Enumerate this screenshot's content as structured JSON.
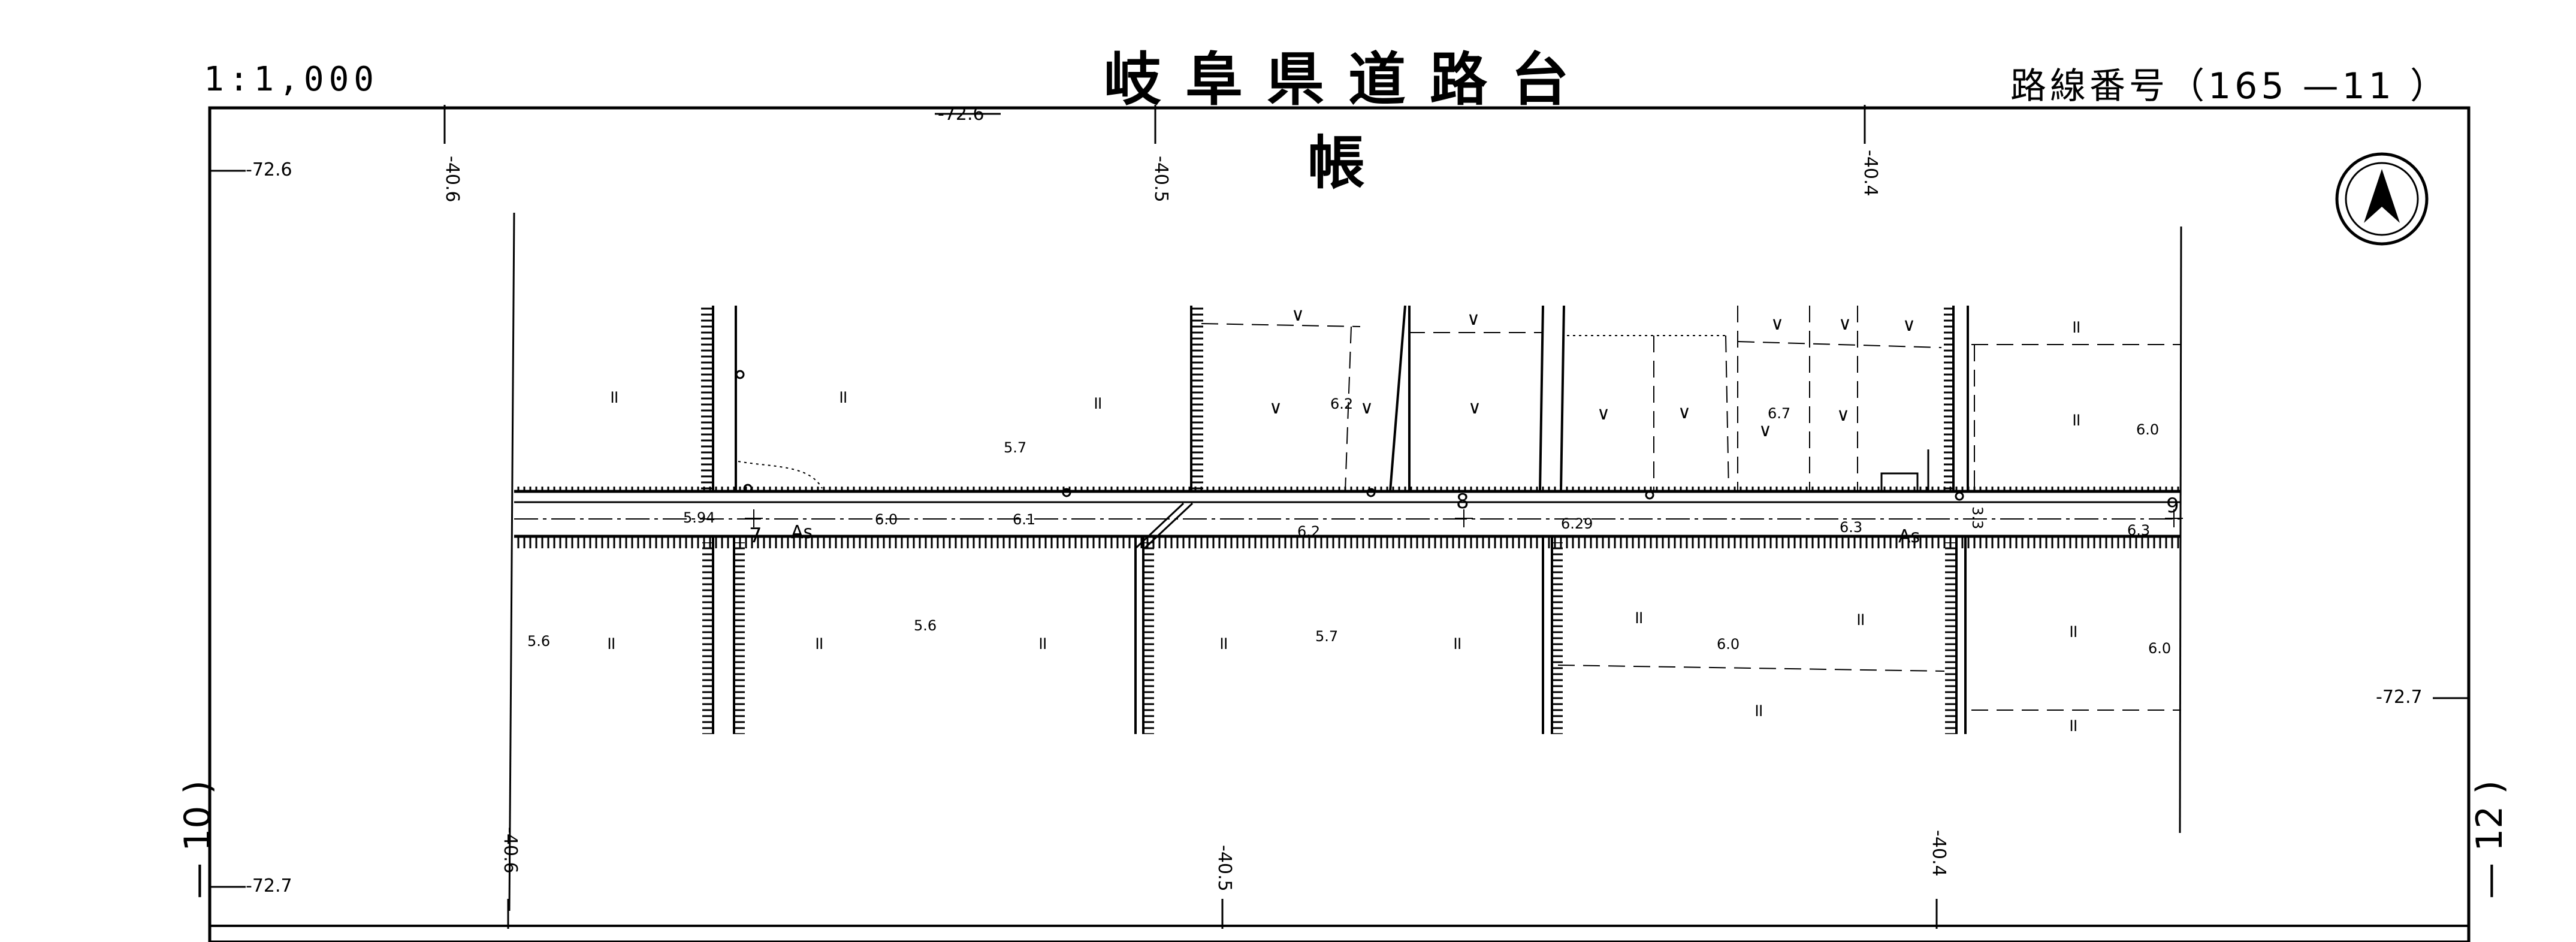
{
  "header": {
    "title": "岐阜県道路台帳",
    "scale": "1:1,000",
    "route_label": "路線番号（165 —11 ）"
  },
  "sheet_numbers": {
    "left": "— 10 )",
    "right": "— 12 )"
  },
  "grid_labels": {
    "top_a": "-72.6",
    "top_b": "-72.6",
    "left_bottom": "-72.7",
    "right_mid": "-72.7",
    "x_top_1": "-40.6",
    "x_top_2": "-40.5",
    "x_top_3": "-40.4",
    "x_bot_1": "-40.6",
    "x_bot_2": "-40.5",
    "x_bot_3": "-40.4"
  },
  "elevations": {
    "e1": "5.94",
    "e2": "6.0",
    "e3": "6.1",
    "e4": "6.2",
    "e5": "6.29",
    "e6": "6.3",
    "e7": "6.3",
    "e8": "5.7",
    "e9": "6.2",
    "e10": "6.7",
    "e11": "6.0",
    "e12": "5.6",
    "e13": "5.6",
    "e14": "5.7",
    "e15": "6.0",
    "e16": "6.0",
    "e17": "3.3"
  },
  "stations": {
    "s7": "7",
    "s8": "8",
    "s9": "9"
  },
  "surface": {
    "as1": "As",
    "as2": "As"
  },
  "symbols": {
    "paddy": "॥",
    "field": "∨",
    "north": "north-arrow"
  }
}
